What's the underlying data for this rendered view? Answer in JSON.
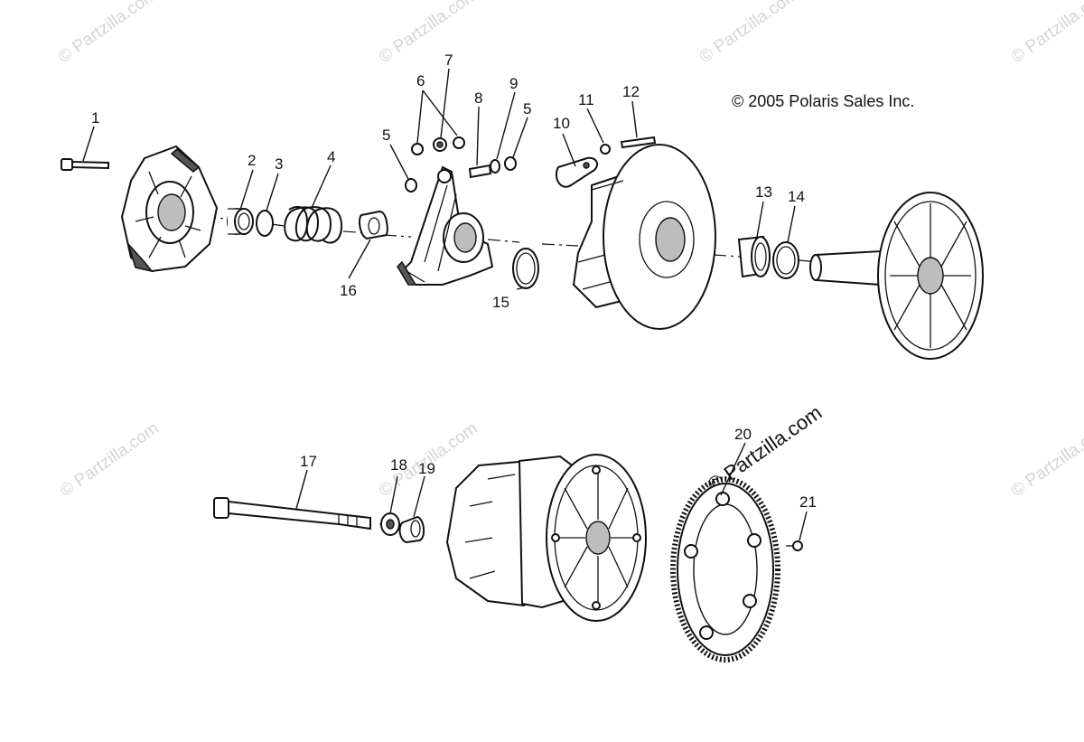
{
  "copyright": "© 2005 Polaris Sales Inc.",
  "watermark": "© Partzilla.com",
  "watermark_feature": "© Partzilla.com",
  "callouts": {
    "c1": "1",
    "c2": "2",
    "c3": "3",
    "c4": "4",
    "c5a": "5",
    "c5b": "5",
    "c6": "6",
    "c7": "7",
    "c8": "8",
    "c9": "9",
    "c10": "10",
    "c11": "11",
    "c12": "12",
    "c13": "13",
    "c14": "14",
    "c15": "15",
    "c16": "16",
    "c17": "17",
    "c18": "18",
    "c19": "19",
    "c20": "20",
    "c21": "21"
  }
}
